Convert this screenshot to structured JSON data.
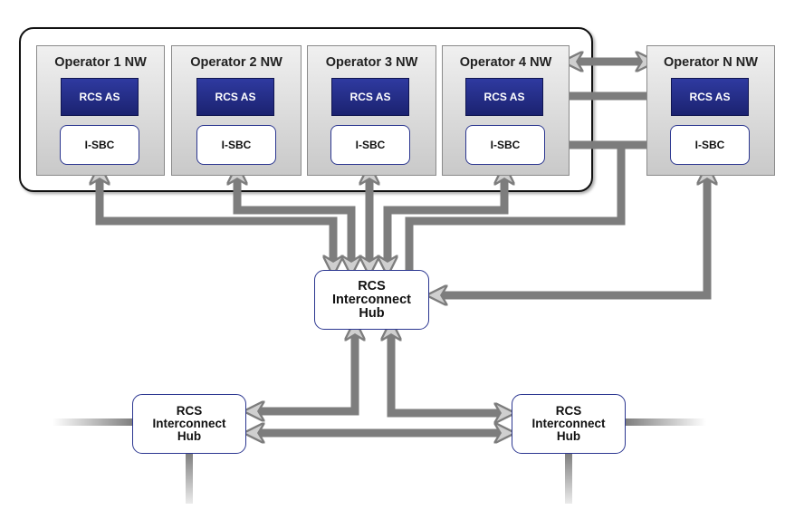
{
  "operators": [
    {
      "title": "Operator 1 NW",
      "as_label": "RCS AS",
      "sbc_label": "I-SBC"
    },
    {
      "title": "Operator 2 NW",
      "as_label": "RCS AS",
      "sbc_label": "I-SBC"
    },
    {
      "title": "Operator 3 NW",
      "as_label": "RCS AS",
      "sbc_label": "I-SBC"
    },
    {
      "title": "Operator 4 NW",
      "as_label": "RCS AS",
      "sbc_label": "I-SBC"
    },
    {
      "title": "Operator N NW",
      "as_label": "RCS AS",
      "sbc_label": "I-SBC"
    }
  ],
  "hubs": {
    "center": {
      "line1": "RCS",
      "line2": "Interconnect",
      "line3": "Hub"
    },
    "left": {
      "line1": "RCS",
      "line2": "Interconnect",
      "line3": "Hub"
    },
    "right": {
      "line1": "RCS",
      "line2": "Interconnect",
      "line3": "Hub"
    }
  },
  "colors": {
    "connector": "#7d7d7d",
    "rcs_as_fill": "#1f2680",
    "box_border": "#2b3690"
  }
}
